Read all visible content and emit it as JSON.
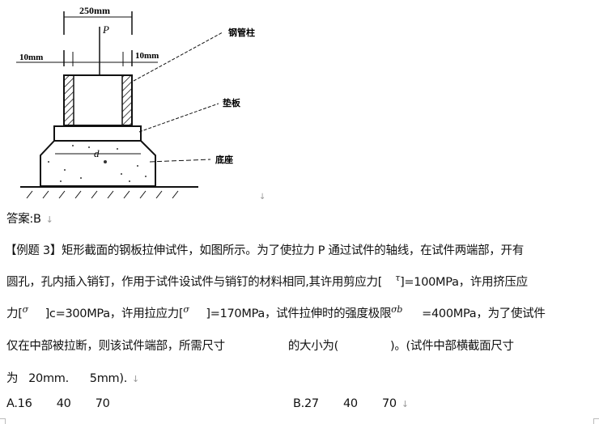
{
  "figure": {
    "dim_top": "250mm",
    "dim_left": "10mm",
    "dim_right": "10mm",
    "load_label": "P",
    "diameter_label": "d",
    "label_column": "钢管柱",
    "label_plate": "垫板",
    "label_base": "底座"
  },
  "answer": "答案:B",
  "question": {
    "line1": "【例题 3】矩形截面的钢板拉伸试件，如图所示。为了使拉力 P 通过试件的轴线，在试件两端部，开有",
    "line2a": "圆孔，孔内插入销钉，作用于试件设试件与销钉的材料相同,其许用剪应力[",
    "tau": "τ",
    "line2b": "]=100MPa，许用挤压应",
    "line3a": "力[",
    "sigma1": "σ",
    "line3b": "]c=300MPa，许用拉应力[",
    "sigma2": "σ",
    "line3c": "]=170MPa，试件拉伸时的强度极限",
    "sigma_b": "σb",
    "line3d": "=400MPa，为了使试件",
    "line4a": "仅在中部被拉断，则该试件端部，所需尺寸",
    "line4b": "的大小为(",
    "line4c": ")。(试件中部横截面尺寸",
    "line5": "为   20mm.      5mm)."
  },
  "options": {
    "a": "A.16       40       70",
    "b": "B.27       40       70"
  },
  "paragraph_mark": "↓"
}
